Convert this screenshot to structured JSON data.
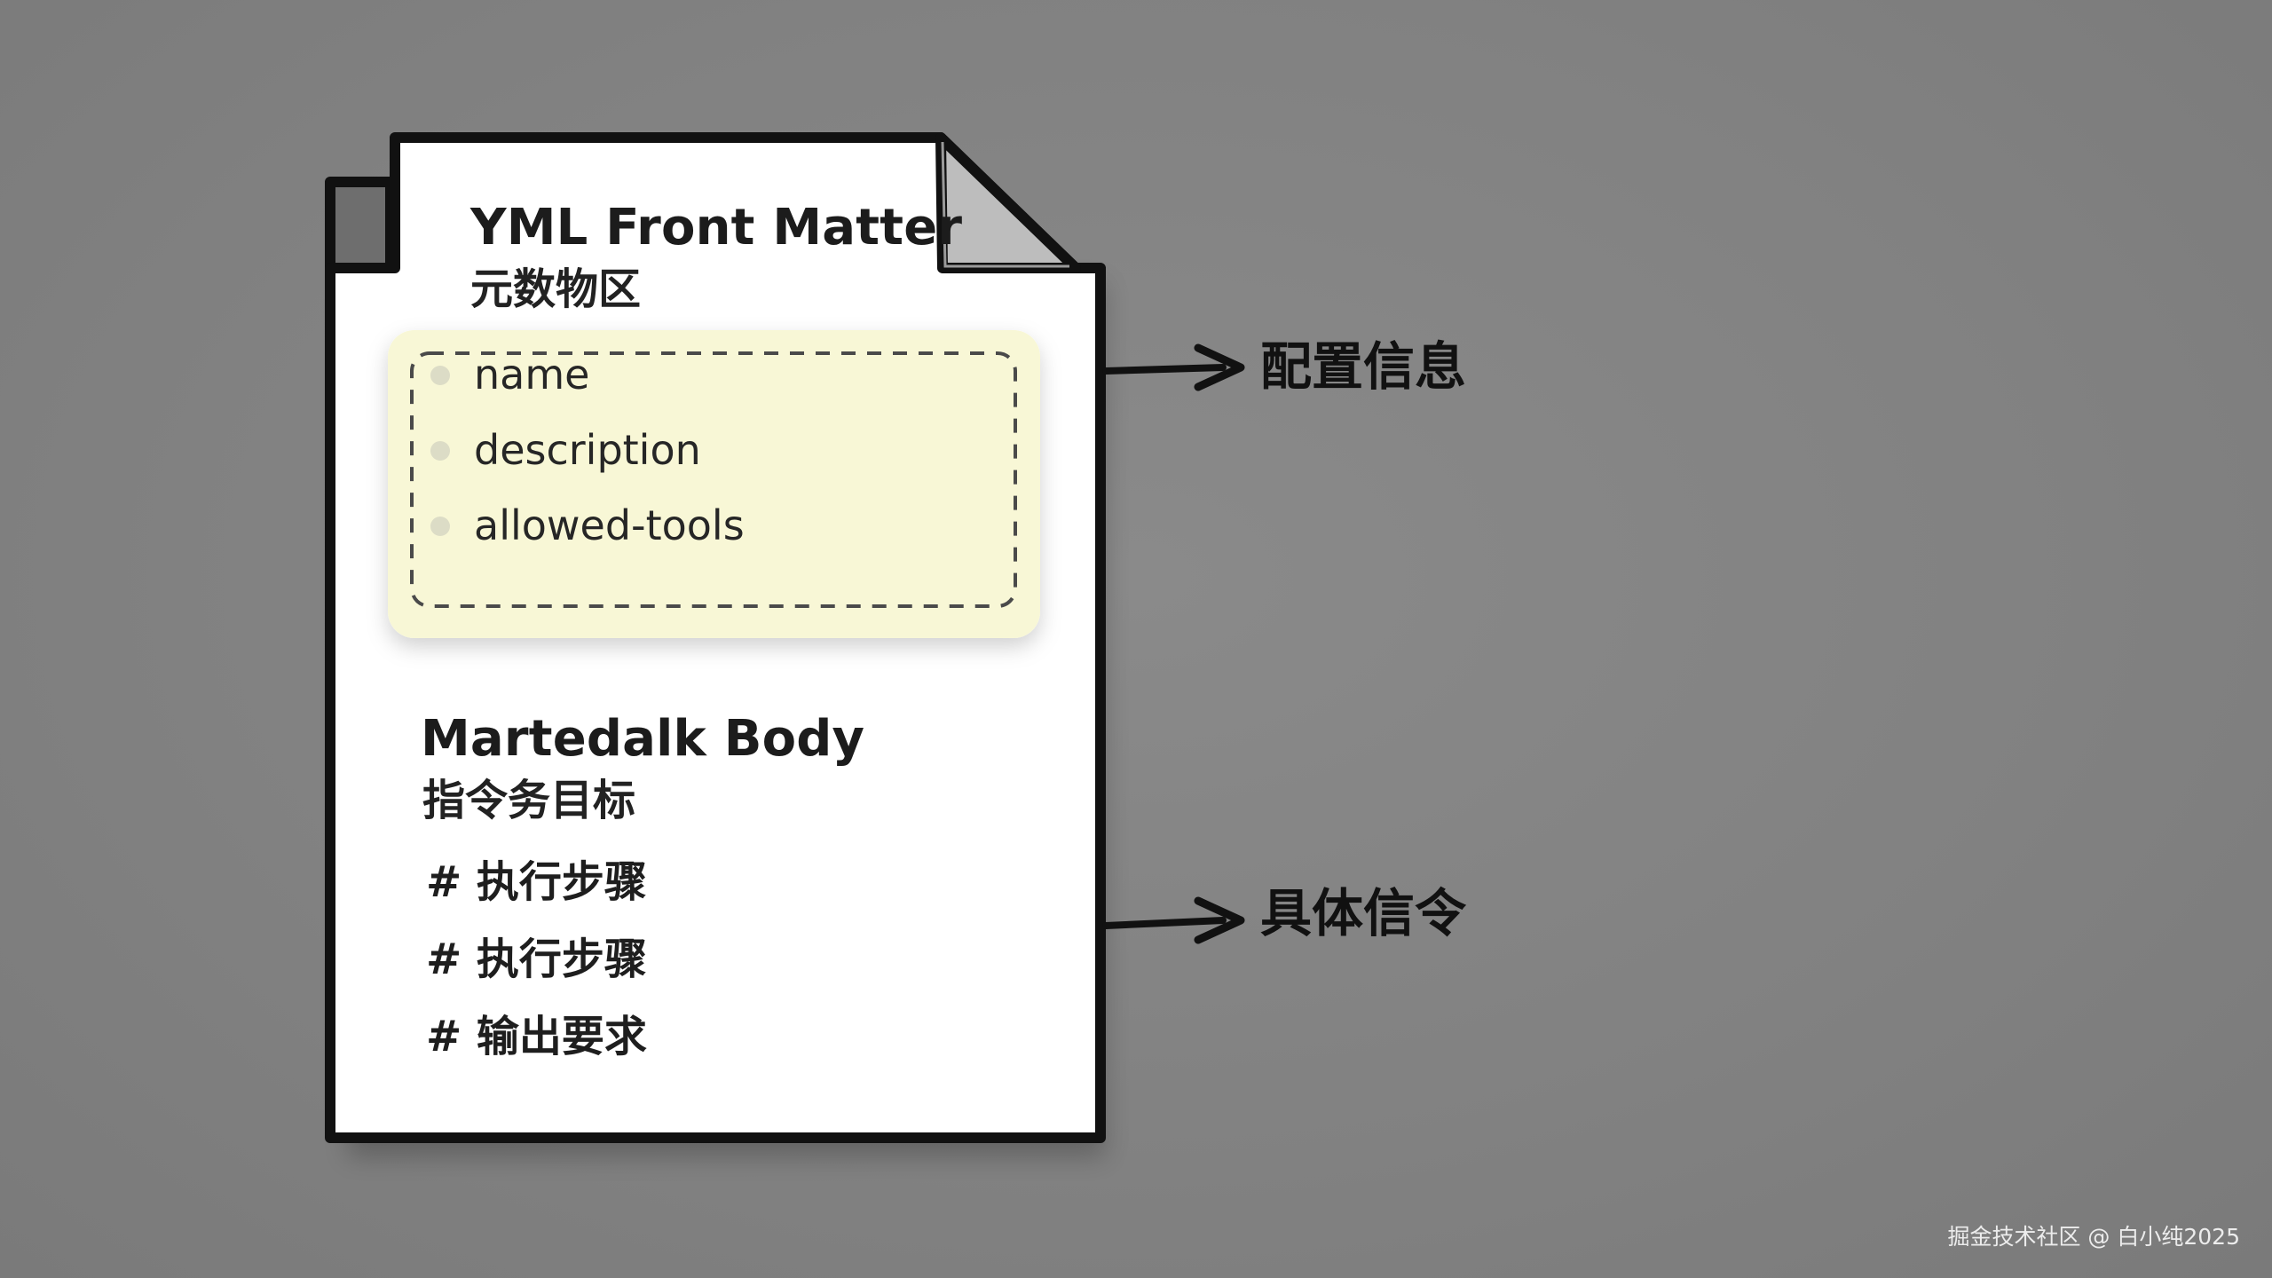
{
  "document": {
    "front_matter": {
      "title": "YML Front Matter",
      "subtitle": "元数物区",
      "fields": [
        "name",
        "description",
        "allowed-tools"
      ]
    },
    "body": {
      "title": "Martedalk Body",
      "subtitle": "指令务目标",
      "steps": [
        "# 执行步骤",
        "# 执行步骤",
        "# 输出要求"
      ]
    }
  },
  "callouts": {
    "config": "配置信息",
    "instructions": "具体信令"
  },
  "watermark": "掘金技术社区 @ 白小纯2025",
  "colors": {
    "background": "#838383",
    "page": "#ffffff",
    "outline": "#111111",
    "front_matter_box": "#f8f7d6",
    "folded_corner": "#bdbdbd"
  }
}
